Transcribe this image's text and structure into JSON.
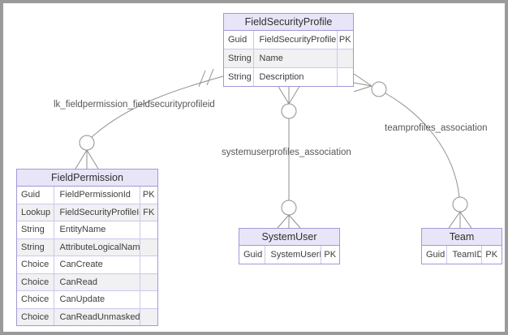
{
  "diagram": {
    "tables": [
      {
        "name": "FieldSecurityProfile",
        "rows": [
          {
            "type": "Guid",
            "name": "FieldSecurityProfileId",
            "key": "PK"
          },
          {
            "type": "String",
            "name": "Name",
            "key": ""
          },
          {
            "type": "String",
            "name": "Description",
            "key": ""
          }
        ]
      },
      {
        "name": "FieldPermission",
        "rows": [
          {
            "type": "Guid",
            "name": "FieldPermissionId",
            "key": "PK"
          },
          {
            "type": "Lookup",
            "name": "FieldSecurityProfileId",
            "key": "FK"
          },
          {
            "type": "String",
            "name": "EntityName",
            "key": ""
          },
          {
            "type": "String",
            "name": "AttributeLogicalName",
            "key": ""
          },
          {
            "type": "Choice",
            "name": "CanCreate",
            "key": ""
          },
          {
            "type": "Choice",
            "name": "CanRead",
            "key": ""
          },
          {
            "type": "Choice",
            "name": "CanUpdate",
            "key": ""
          },
          {
            "type": "Choice",
            "name": "CanReadUnmasked",
            "key": ""
          }
        ]
      },
      {
        "name": "SystemUser",
        "rows": [
          {
            "type": "Guid",
            "name": "SystemUserId",
            "key": "PK"
          }
        ]
      },
      {
        "name": "Team",
        "rows": [
          {
            "type": "Guid",
            "name": "TeamID",
            "key": "PK"
          }
        ]
      }
    ],
    "relationships": [
      {
        "label": "lk_fieldpermission_fieldsecurityprofileid",
        "from": "FieldSecurityProfile",
        "to": "FieldPermission",
        "from_cardinality": "exactly-one",
        "to_cardinality": "zero-or-many"
      },
      {
        "label": "systemuserprofiles_association",
        "from": "FieldSecurityProfile",
        "to": "SystemUser",
        "from_cardinality": "zero-or-many",
        "to_cardinality": "zero-or-many"
      },
      {
        "label": "teamprofiles_association",
        "from": "FieldSecurityProfile",
        "to": "Team",
        "from_cardinality": "zero-or-many",
        "to_cardinality": "zero-or-many"
      }
    ],
    "colors": {
      "table_border": "#a398d6",
      "inner_border": "#cfc7ec",
      "header_fill": "#e9e5f8",
      "row_alt_fill": "#f1f0f2",
      "row_fill": "#ffffff",
      "line": "#8f8f8f",
      "label_text": "#575757",
      "cell_text": "#3d3d3d",
      "title_text": "#2e2e2e",
      "frame_border": "#9a9a9a"
    }
  }
}
